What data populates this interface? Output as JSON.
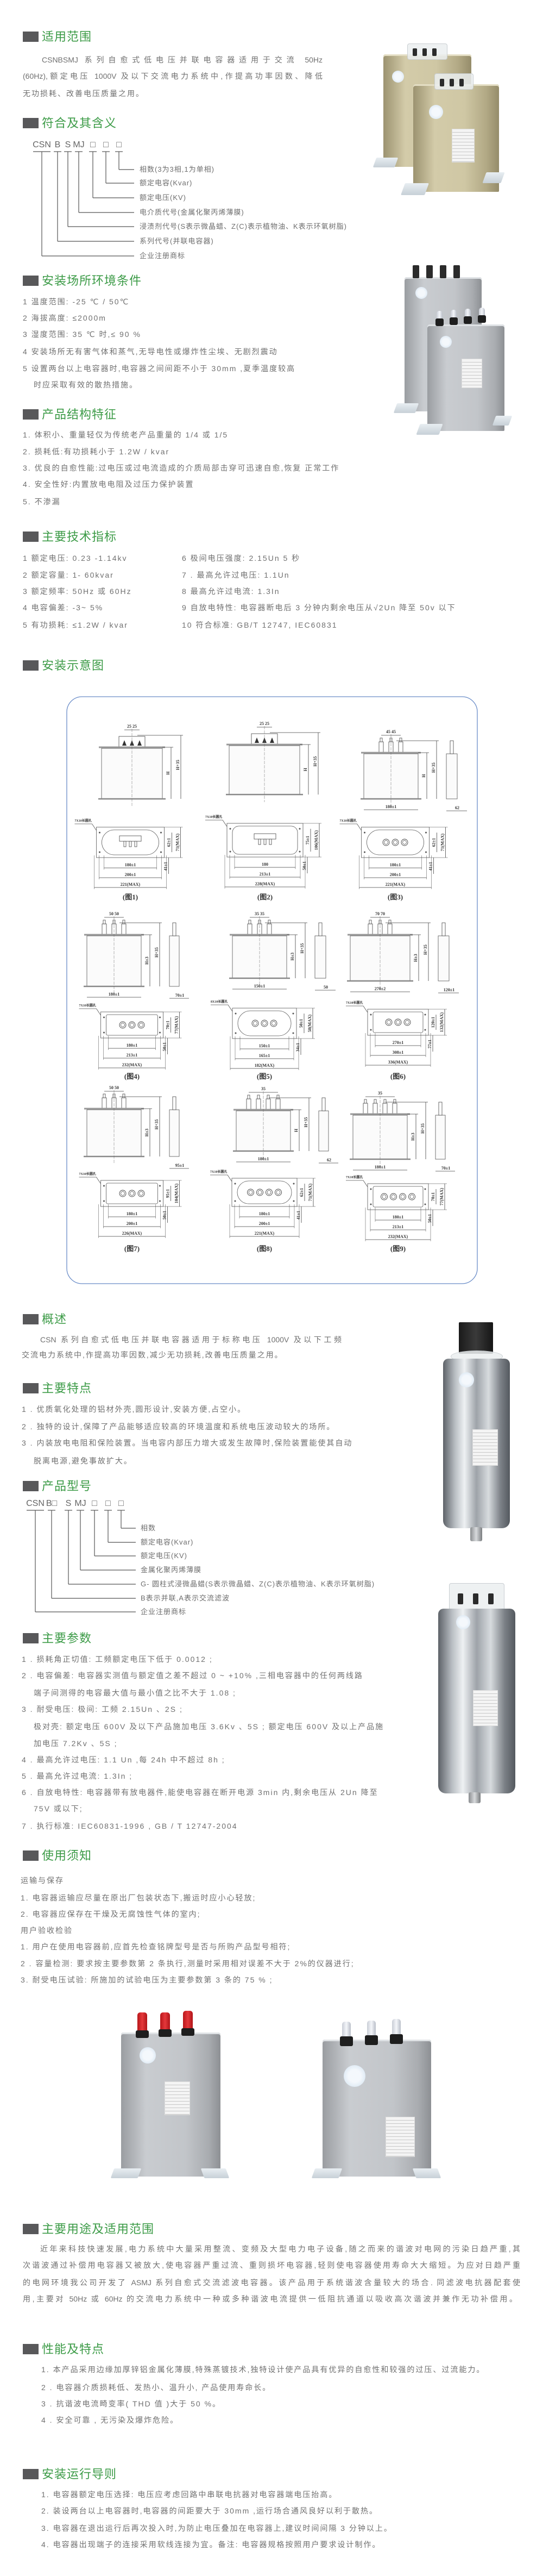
{
  "colors": {
    "accent_green": "#3c9b47",
    "header_square": "#58585a",
    "body_text": "#707070",
    "diagram_border": "#6a8cc8"
  },
  "sections": {
    "scope": {
      "title": "适用范围",
      "lines": [
        "CSNBSMJ 系列自愈式低电压并联电容器适用于交流 50Hz",
        "(60Hz),额定电压 1000V 及以下交流电力系统中,作提高功率因数、降低",
        "无功损耗、改善电压质量之用。"
      ]
    },
    "meaning": {
      "title": "符合及其含义",
      "code": [
        "CSN",
        "B",
        "S",
        "MJ",
        "□",
        "□",
        "□"
      ],
      "labels": [
        "相数(3为3相,1为单相)",
        "额定电容(Kvar)",
        "额定电压(KV)",
        "电介质代号(金属化聚丙烯薄膜)",
        "浸渍剂代号(S表示微晶蜡、Z(C)表示植物油、K表示环氧树脂)",
        "系列代号(并联电容器)",
        "企业注册商标"
      ]
    },
    "env": {
      "title": "安装场所环境条件",
      "lines": [
        "1 温度范围: -25 ℃ / 50℃",
        "2 海拔高度: ≤2000m",
        "3 湿度范围: 35 ℃ 时,≤ 90 %",
        "4 安装场所无有害气体和蒸气,无导电性或爆炸性尘埃、无剧烈震动",
        "5 设置两台以上电容器时,电容器之间间距不小于 30mm ,夏季温度较高",
        "时应采取有效的散热措施。"
      ]
    },
    "structure": {
      "title": "产品结构特征",
      "lines": [
        "1. 体积小、重量轻仅为传统老产品重量的 1/4 或 1/5",
        "2. 损耗低:有功损耗小于 1.2W / kvar",
        "3. 优良的自愈性能:过电压或过电流造成的介质局部击穿可迅速自愈,恢复 正常工作",
        "4. 安全性好:内置放电电阻及过压力保护装置",
        "5. 不渗漏"
      ]
    },
    "tech": {
      "title": "主要技术指标",
      "left": [
        "1 额定电压: 0.23 -1.14kv",
        "2 额定容量: 1- 60kvar",
        "3 额定频率: 50Hz 或 60Hz",
        "4 电容偏差: -3~ 5%",
        "5 有功损耗: ≤1.2W / kvar"
      ],
      "right": [
        "6 极间电压强度: 2.15Un 5 秒",
        "7 . 最高允许过电压: 1.1Un",
        "8 最高允许过电流: 1.3In",
        "9 自放电特性: 电容器断电后 3 分钟内剩余电压从√2Un 降至 50v 以下",
        "10 符合标准: GB/T 12747, IEC60831"
      ]
    },
    "install": {
      "title": "安装示意图",
      "figures": [
        {
          "caption": "(图1)",
          "side": {
            "top": "25 25",
            "h": "H",
            "h2": "H+35"
          },
          "plan": {
            "slot": "7X10长圆孔",
            "right": [
              "62±1",
              "71(MAX)",
              "41±1"
            ],
            "bottom": [
              "180±1",
              "200±1",
              "221(MAX)"
            ]
          }
        },
        {
          "caption": "(图2)",
          "side": {
            "top": "25 25",
            "h": "H",
            "h2": "H+35"
          },
          "plan": {
            "slot": "7X10长圆孔",
            "right": [
              "75±1",
              "106(MAX)",
              "50±1"
            ],
            "bottom": [
              "180",
              "213±1",
              "228(MAX)"
            ]
          }
        },
        {
          "caption": "(图3)",
          "side": {
            "top": "45 45",
            "h": "H",
            "h2": "H+35",
            "bottom": "180±1",
            "profile": "62"
          },
          "plan": {
            "slot": "7X10长圆孔",
            "right": [
              "62±1",
              "71(MAX)",
              "41±1"
            ],
            "bottom": [
              "180±1",
              "200±1",
              "221(MAX)"
            ]
          }
        },
        {
          "caption": "(图4)",
          "side": {
            "top": "50 50",
            "h": "H±3",
            "h2": "H+35",
            "bottom": "180±1",
            "profile": "70±1"
          },
          "plan": {
            "slot": "7X10长圆孔",
            "right": [
              "70±1",
              "77(MAX)",
              "50±1"
            ],
            "bottom": [
              "180±1",
              "213±1",
              "232(MAX)"
            ]
          }
        },
        {
          "caption": "(图5)",
          "side": {
            "top": "35 35",
            "h": "H±3",
            "h2": "H+35",
            "bottom": "150±1",
            "profile": "50"
          },
          "plan": {
            "slot": "8X10长圆孔",
            "right": [
              "50±1",
              "58(MAX)",
              "34±1"
            ],
            "bottom": [
              "150±1",
              "165±1",
              "182(MAX)"
            ]
          }
        },
        {
          "caption": "(图6)",
          "side": {
            "top": "70 70",
            "h": "H±3",
            "h2": "H+35",
            "bottom": "270±2",
            "profile": "120±1"
          },
          "plan": {
            "slot": "7X10长圆孔",
            "right": [
              "120±1",
              "132(MAX)",
              "77±1"
            ],
            "bottom": [
              "270±1",
              "308±1",
              "336(MAX)"
            ]
          }
        },
        {
          "caption": "(图7)",
          "side": {
            "top": "50 50",
            "h": "H±3",
            "h2": "H+35",
            "profile": "95±1"
          },
          "plan": {
            "slot": "7X10长圆孔",
            "right": [
              "95±1",
              "104(MAX)",
              "50±1"
            ],
            "bottom": [
              "180±1",
              "200±1",
              "226(MAX)"
            ]
          }
        },
        {
          "caption": "(图8)",
          "side": {
            "top": "35",
            "h": "H",
            "h2": "H+35",
            "bottom": "180±1",
            "profile": "62"
          },
          "plan": {
            "slot": "7X10长圆孔",
            "right": [
              "62±1",
              "71(MAX)",
              "41±1"
            ],
            "bottom": [
              "180±1",
              "200±1",
              "221(MAX)"
            ]
          }
        },
        {
          "caption": "(图9)",
          "side": {
            "top": "35",
            "h": "H±3",
            "h2": "H+35",
            "bottom": "180±1",
            "profile": "70±1"
          },
          "plan": {
            "slot": "7X10长圆孔",
            "right": [
              "70±1",
              "77(MAX)",
              "50±1"
            ],
            "bottom": [
              "180±1",
              "213±1",
              "232(MAX)"
            ]
          }
        }
      ]
    },
    "overview": {
      "title": "概述",
      "lines": [
        "CSN 系列自愈式低电压并联电容器适用于标称电压 1000V 及以下工频",
        "交流电力系统中,作提高功率因数,减少无功损耗,改善电压质量之用。"
      ]
    },
    "features": {
      "title": "主要特点",
      "lines": [
        "1 . 优质氧化处理的铝材外壳,圆形设计,安装方便,占空小。",
        "2 . 独特的设计,保障了产品能够适应较高的环境温度和系统电压波动较大的场所。",
        "3 . 内装放电电阻和保险装置。当电容内部压力增大或发生故障时,保险装置能使其自动",
        "脱离电源,避免事故扩大。"
      ]
    },
    "model": {
      "title": "产品型号",
      "code": [
        "CSN",
        "B□",
        "S",
        "MJ",
        "□",
        "□",
        "□"
      ],
      "labels": [
        "相数",
        "额定电容(Kvar)",
        "额定电压(KV)",
        "金属化聚丙烯薄膜",
        "G- 圆柱式浸微晶蜡(S表示微晶蜡、Z(C)表示植物油、K表示环氧树脂)",
        "B表示并联,A表示交流滤波",
        "企业注册商标"
      ]
    },
    "params": {
      "title": "主要参数",
      "lines": [
        "1 . 损耗角正切值: 工频额定电压下低于 0.0012 ;",
        "2 . 电容偏差: 电容器实测值与额定值之差不超过 0 ~ +10% ,三相电容器中的任何两线路",
        "端子间测得的电容最大值与最小值之比不大于 1.08 ;",
        "3 . 耐受电压: 极间: 工频 2.15Un 、2S ;",
        "极对壳: 额定电压 600V 及以下产品施加电压 3.6Kv 、5S ; 额定电压 600V 及以上产品施",
        "加电压 7.2Kv 、5S ;",
        "4 . 最高允许过电压: 1.1 Un ,每 24h 中不超过 8h ;",
        "5 . 最高允许过电流: 1.3In ;",
        "6 . 自放电特性: 电容器带有放电器件,能使电容器在断开电源 3min 内,剩余电压从 2Un 降至",
        "75V 或以下;",
        "7 . 执行标准: IEC60831-1996 , GB / T 12747-2004"
      ]
    },
    "notice": {
      "title": "使用须知",
      "lines": [
        "运输与保存",
        "1. 电容器运输应尽量在原出厂包装状态下,搬运时应小心轻放;",
        "2. 电容器应保存在干燥及无腐蚀性气体的室内;",
        "用户验收检验",
        "1. 用户在使用电容器前,应首先检查铭牌型号是否与所购产品型号相符;",
        "2 . 容量检测: 要求按主要参数第 2 条执行,测量时采用相对误差不大于 2%的仪器进行;",
        "3. 耐受电压试验: 所施加的试验电压为主要参数第 3 条的 75 % ;"
      ]
    },
    "usage": {
      "title": "主要用途及适用范围",
      "lines": [
        "近年来科技快速发展,电力系统中大量采用整流、变频及大型电力电子设备,随之而来的谐波对电网的污染日趋严重,其",
        "次谐波通过补偿用电容器又被放大,使电容器严重过流、重则损坏电容器,轻则使电容器使用寿命大大缩短。为应对日趋严重",
        "的电网环境我公司开发了 ASMJ 系列自愈式交流滤波电容器。该产品用于系统谐波含量较大的场合. 同滤波电抗器配套使",
        "用,主要对 50Hz 或 60Hz 的交流电力系统中一种或多种谐波电流提供一低阻抗通道以吸收高次谐波并兼作无功补偿用。"
      ]
    },
    "performance": {
      "title": "性能及特点",
      "lines": [
        "1. 本产品采用边缘加厚锌铝金属化薄膜,特殊蒸镀技术,独特设计使产品具有优异的自愈性和较强的过压、过流能力。",
        "2 . 电容器介质损耗低、发热小、温升小, 产品使用寿命长。",
        "3 . 抗谐波电流畸变率( THD 值 )大于 50 %。",
        "4 . 安全可靠 , 无污染及爆炸危险。"
      ]
    },
    "guide": {
      "title": "安装运行导则",
      "lines": [
        "1. 电容器额定电压选择: 电压应考虑回路中串联电抗器对电容器端电压抬高。",
        "2. 装设两台以上电容器时,电容器的间距要大于 30mm ,运行场合通风良好以利于散热。",
        "3. 电容器在退出运行后再次投入时,为防止电压叠加在电容器上,建议时间间隔 3 分钟以上。",
        "4. 电容器出现端子的连接采用软线连接为宜。备注: 电容器规格按照用户要求设计制作。"
      ]
    }
  }
}
